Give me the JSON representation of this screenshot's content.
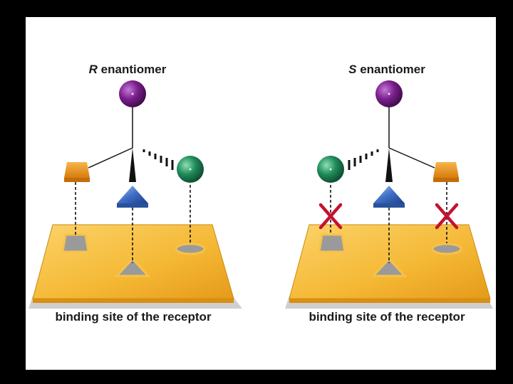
{
  "left_panel": {
    "title_letter": "R",
    "title_rest": " enantiomer",
    "caption": "binding site of the receptor"
  },
  "right_panel": {
    "title_letter": "S",
    "title_rest": " enantiomer",
    "caption": "binding site of the receptor"
  },
  "colors": {
    "background": "#000000",
    "canvas": "#ffffff",
    "receptor_plate": "#f4b733",
    "purple_ball": "#7b1f8c",
    "green_ball": "#1f8a5a",
    "blue_pyramid": "#3f6fc6",
    "orange_block": "#e8921c",
    "no_bind_cross": "#c4122f"
  }
}
